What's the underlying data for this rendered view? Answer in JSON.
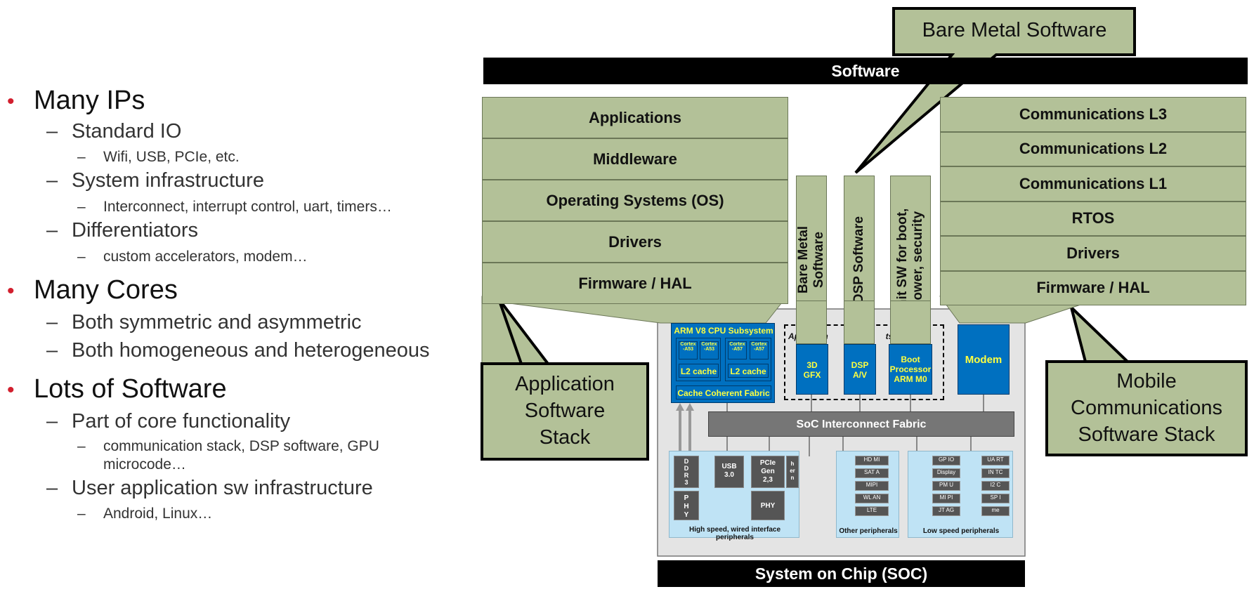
{
  "bullets": {
    "many_ips": "Many IPs",
    "standard_io": "Standard IO",
    "standard_io_detail": "Wifi, USB, PCIe, etc.",
    "system_infra": "System infrastructure",
    "system_infra_detail": "Interconnect, interrupt control, uart, timers…",
    "differentiators": "Differentiators",
    "differentiators_detail": "custom accelerators, modem…",
    "many_cores": "Many Cores",
    "symmetric": "Both symmetric and asymmetric",
    "homogeneous": "Both homogeneous and heterogeneous",
    "lots_sw": "Lots of Software",
    "core_func": "Part of core functionality",
    "core_func_detail_1": "communication stack, DSP software, GPU",
    "core_func_detail_2": "microcode…",
    "user_app": "User application sw infrastructure",
    "user_app_detail": "Android, Linux…",
    "dash": "–",
    "dot": "•"
  },
  "diagram": {
    "software_bar": "Software",
    "soc_bar": "System on Chip (SOC)",
    "bare_metal_callout": "Bare Metal Software",
    "app_stack_callout": [
      "Application",
      "Software",
      "Stack"
    ],
    "mobile_stack_callout": [
      "Mobile",
      "Communications",
      "Software Stack"
    ],
    "app_layers": [
      "Applications",
      "Middleware",
      "Operating Systems (OS)",
      "Drivers",
      "Firmware / HAL"
    ],
    "comm_layers": [
      "Communications L3",
      "Communications L2",
      "Communications L1",
      "RTOS",
      "Drivers",
      "Firmware / HAL"
    ],
    "vcol_bare_metal": [
      "Bare Metal",
      "Software"
    ],
    "vcol_dsp": "DSP Software",
    "vcol_init": [
      "Init SW for boot,",
      "power, security"
    ],
    "cpu_subsystem": "ARM  V8 CPU Subsystem",
    "cortex_a53": "Cortex -A53",
    "cortex_a57": "Cortex -A57",
    "l2_cache": "L2  cache",
    "cache_fabric": "Cache Coherent Fabric",
    "accel_label": "Ap          n         c C          ts",
    "gfx": [
      "3D",
      "GFX"
    ],
    "dsp": [
      "DSP",
      "A/V"
    ],
    "boot": [
      "Boot",
      "Processor",
      "ARM M0"
    ],
    "modem": "Modem",
    "interconnect": "SoC Interconnect Fabric",
    "ddr": [
      "D",
      "D",
      "R",
      "3"
    ],
    "phy_v": [
      "P",
      "H",
      "Y"
    ],
    "usb": [
      "USB",
      "3.0"
    ],
    "pcie": [
      "PCIe",
      "Gen",
      "2,3"
    ],
    "phy": "PHY",
    "ethernet": [
      "h",
      "er",
      "n"
    ],
    "high_speed_label": "High speed, wired interface peripherals",
    "other_label": "Other peripherals",
    "low_label": "Low speed peripherals",
    "other_items": [
      "HD MI",
      "SAT A",
      "MIPI",
      "WL AN",
      "LTE"
    ],
    "low_left_items": [
      "GP IO",
      "Display",
      "PM U",
      "MI PI",
      "JT AG"
    ],
    "low_right_items": [
      "UA RT",
      "IN TC",
      "I2 C",
      "SP I",
      "me"
    ]
  },
  "colors": {
    "layer_green": "#b3c198",
    "soc_blue": "#0070c0",
    "label_yellow": "#ffff40",
    "bullet_red": "#d21f2e",
    "peripheral_blue": "#bfe3f5"
  }
}
